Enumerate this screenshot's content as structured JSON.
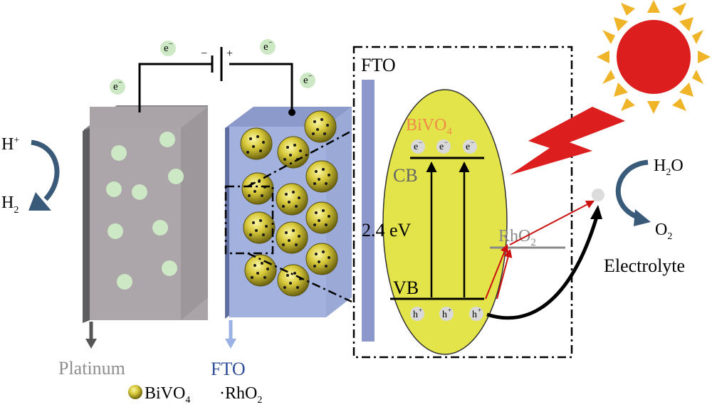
{
  "labels": {
    "electron": "e",
    "hole": "h",
    "minus_sign": "−",
    "plus_sign": "+",
    "superscript_minus": "−",
    "superscript_plus": "+",
    "battery_minus": "−",
    "battery_plus": "+",
    "proton": "H",
    "hydrogen": "H",
    "hydrogen_sub": "2",
    "water": "H",
    "water_sub": "2",
    "water_o": "O",
    "oxygen": "O",
    "oxygen_sub": "2",
    "fto_panel": "FTO",
    "fto_bottom": "FTO",
    "platinum": "Platinum",
    "bivo4_main": "BiVO",
    "bivo4_sub": "4",
    "cb": "CB",
    "vb": "VB",
    "bandgap": "2.4 eV",
    "rho2_main": "RhO",
    "rho2_sub": "2",
    "electrolyte": "Electrolyte",
    "legend_bivo4": "BiVO",
    "legend_bivo4_sub": "4",
    "legend_rho2": "·RhO",
    "legend_rho2_sub": "2"
  },
  "colors": {
    "platinum_face": "#aaa3a7",
    "platinum_side": "#6e6e70",
    "fto_face": "#9eaedb",
    "fto_side": "#5f6e9e",
    "fto_bar": "#8c98cc",
    "electron_green": "#cde8c4",
    "bivo4_yellow": "#e3e34a",
    "sun_red": "#dc1e1e",
    "sun_ray": "#f0b428",
    "bolt_red": "#dc1e1e",
    "arrow_red": "#cc1111",
    "arrow_steel": "#3a5a7a",
    "bivo4_label_orange": "#f08a4b",
    "platinum_label": "#8e8e8e",
    "fto_label_blue": "#2e4e9c",
    "rho2_gray": "#888888"
  }
}
